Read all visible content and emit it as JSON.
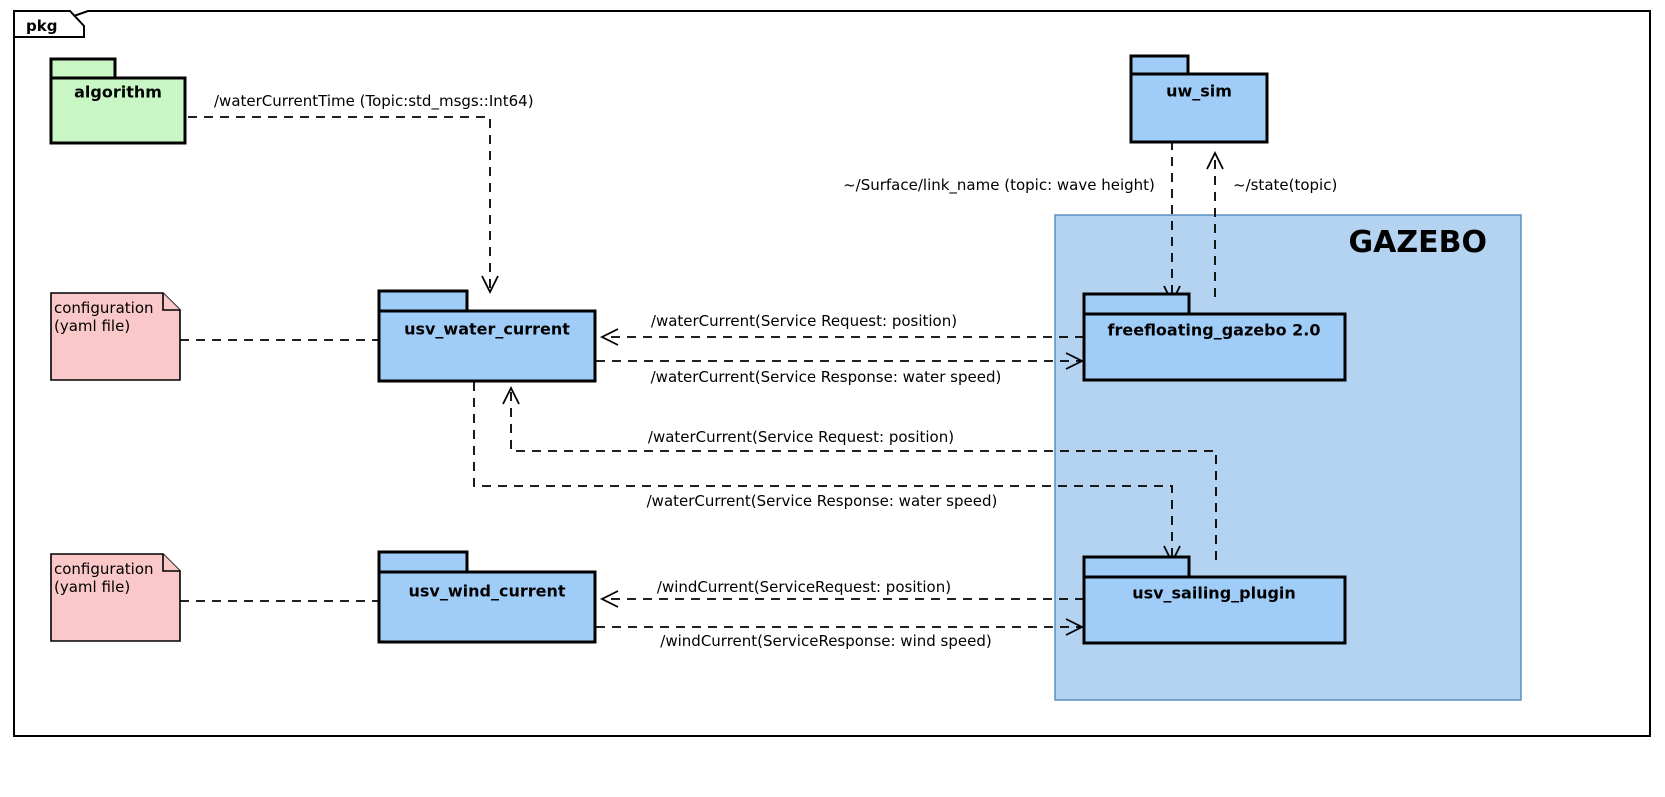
{
  "frame": {
    "label": "pkg"
  },
  "container": {
    "title": "GAZEBO"
  },
  "nodes": [
    {
      "id": "algorithm",
      "label": "algorithm",
      "color": "#c8f7c5"
    },
    {
      "id": "uw_sim",
      "label": "uw_sim",
      "color": "#9fcdf8"
    },
    {
      "id": "usv_water_current",
      "label": "usv_water_current",
      "color": "#9fcdf8"
    },
    {
      "id": "freefloating_gazebo",
      "label": "freefloating_gazebo 2.0",
      "color": "#9fcdf8"
    },
    {
      "id": "usv_wind_current",
      "label": "usv_wind_current",
      "color": "#9fcdf8"
    },
    {
      "id": "usv_sailing_plugin",
      "label": "usv_sailing_plugin",
      "color": "#9fcdf8"
    }
  ],
  "notes": [
    {
      "id": "config_water",
      "line1": "configuration",
      "line2": "(yaml file)",
      "color": "#fac8c8"
    },
    {
      "id": "config_wind",
      "line1": "configuration",
      "line2": "(yaml file)",
      "color": "#fac8c8"
    }
  ],
  "edges": [
    {
      "id": "water_current_time",
      "label": "/waterCurrentTime (Topic:std_msgs::Int64)"
    },
    {
      "id": "surface_link_name",
      "label": "~/Surface/link_name (topic: wave height)"
    },
    {
      "id": "state_topic",
      "label": "~/state(topic)"
    },
    {
      "id": "water_req_ff",
      "label": "/waterCurrent(Service Request: position)"
    },
    {
      "id": "water_resp_ff",
      "label": "/waterCurrent(Service Response: water speed)"
    },
    {
      "id": "water_req_sail",
      "label": "/waterCurrent(Service Request: position)"
    },
    {
      "id": "water_resp_sail",
      "label": "/waterCurrent(Service Response: water speed)"
    },
    {
      "id": "wind_req",
      "label": "/windCurrent(ServiceRequest: position)"
    },
    {
      "id": "wind_resp",
      "label": "/windCurrent(ServiceResponse: wind speed)"
    }
  ],
  "colors": {
    "package_blue": "#9fcdf8",
    "package_green": "#c8f7c5",
    "note_pink": "#fac8c8",
    "container_blue": "#b4d3f0",
    "stroke": "#000000",
    "background": "#ffffff"
  }
}
